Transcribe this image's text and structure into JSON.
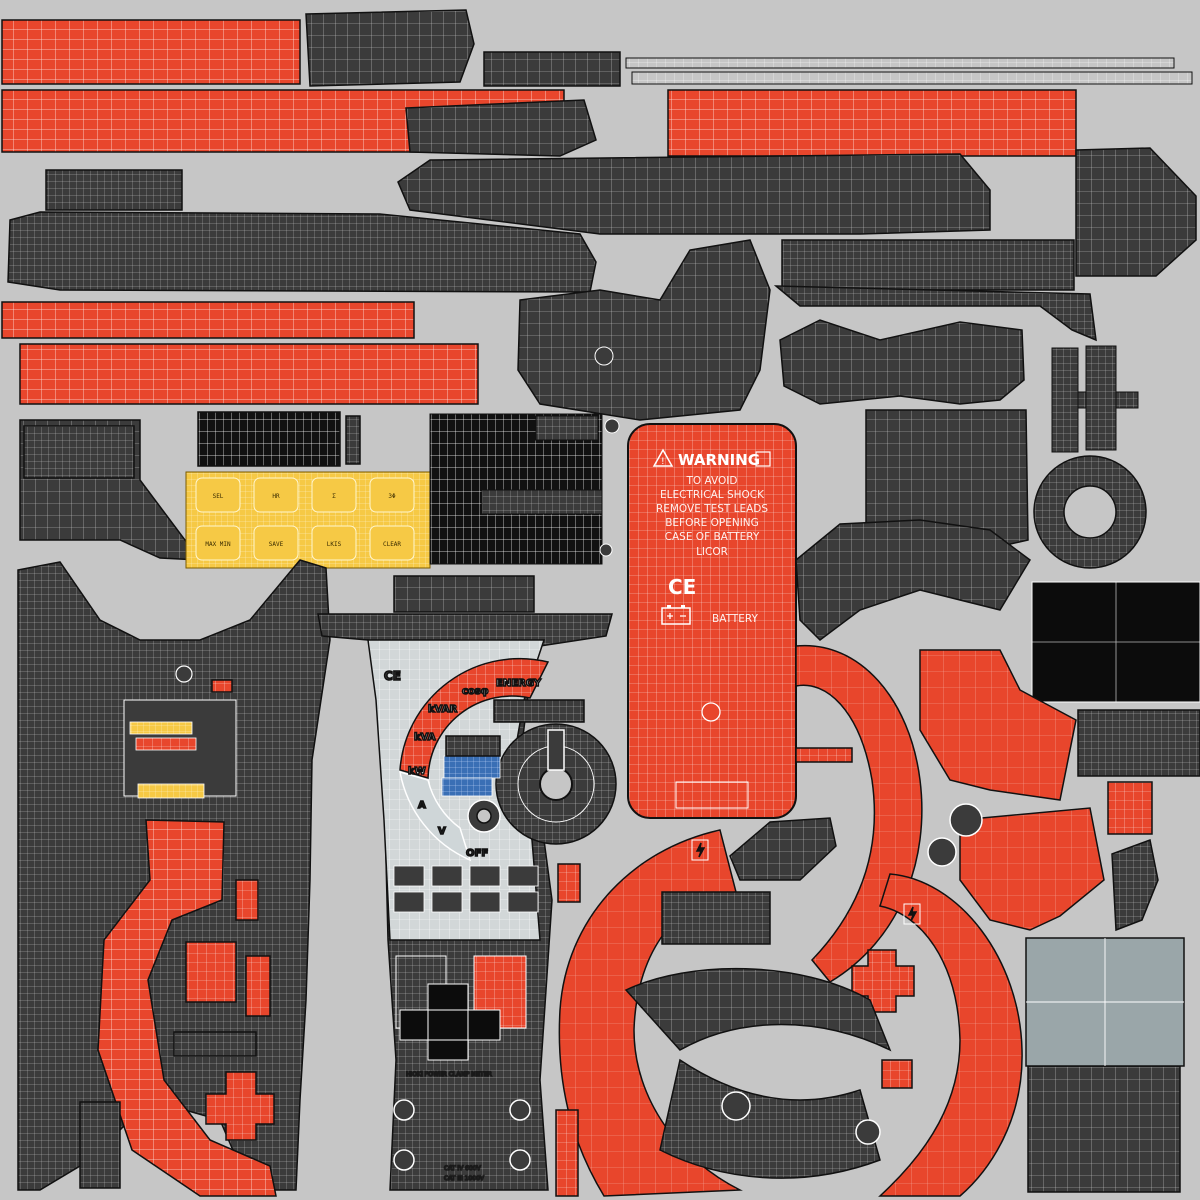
{
  "colors": {
    "background": "#c6c6c6",
    "red_shell": "#e8462c",
    "dark_shell": "#3c3c3c",
    "wire": "#ffffff",
    "yellow_button": "#f6c945",
    "blue_bar": "#3a6fb5",
    "screen_gray": "#9aa6a9",
    "black_panel": "#0c0c0c"
  },
  "warning_label": {
    "title": "WARNING",
    "lines": [
      "TO AVOID",
      "ELECTRICAL SHOCK",
      "REMOVE TEST LEADS",
      "BEFORE OPENING",
      "CASE OF BATTERY",
      "LICOR"
    ],
    "ce_mark": "CE",
    "battery": "BATTERY"
  },
  "dial": {
    "labels": [
      "ENERGY",
      "cosφ",
      "kVAR",
      "kVA",
      "kW",
      "A",
      "V",
      "OFF"
    ]
  },
  "buttons": {
    "row1": [
      "SEL",
      "HR",
      "Σ",
      "3Φ"
    ],
    "row2": [
      "MAX MIN",
      "SAVE",
      "LKIS",
      "CLEAR"
    ]
  },
  "meter_strip": "HIOKI POWER CLAMP METER",
  "cat_marks": [
    "CAT IV 600V",
    "CAT III 1000V"
  ]
}
